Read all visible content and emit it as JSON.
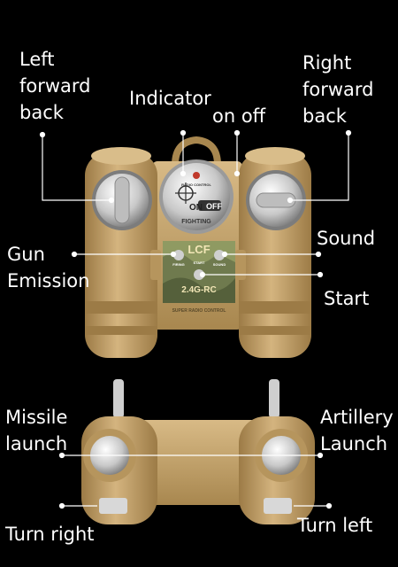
{
  "labels": {
    "left_forward_back": "Left\nforward\nback",
    "indicator": "Indicator",
    "on_off": "on off",
    "right_forward_back": "Right\nforward\nback",
    "sound": "Sound",
    "gun_emission": "Gun\nEmission",
    "start": "Start",
    "missile_launch": "Missile\nlaunch",
    "artillery_launch": "Artillery\nLaunch",
    "turn_right": "Turn right",
    "turn_left": "Turn left"
  },
  "panel": {
    "switch_on": "ON",
    "switch_off": "OFF",
    "switch_brand": "RADIO CONTROL",
    "switch_badge": "FIGHTING",
    "brand": "LCF",
    "start_small": "START",
    "firing_small": "FIRING",
    "sound_small": "SOUND",
    "frequency": "2.4G-RC",
    "tagline": "SUPER RADIO CONTROL"
  },
  "colors": {
    "background": "#000000",
    "body_tan": "#c9a772",
    "body_dark": "#a8874f",
    "chrome": "#d8d8d8",
    "label_text": "#ffffff"
  }
}
